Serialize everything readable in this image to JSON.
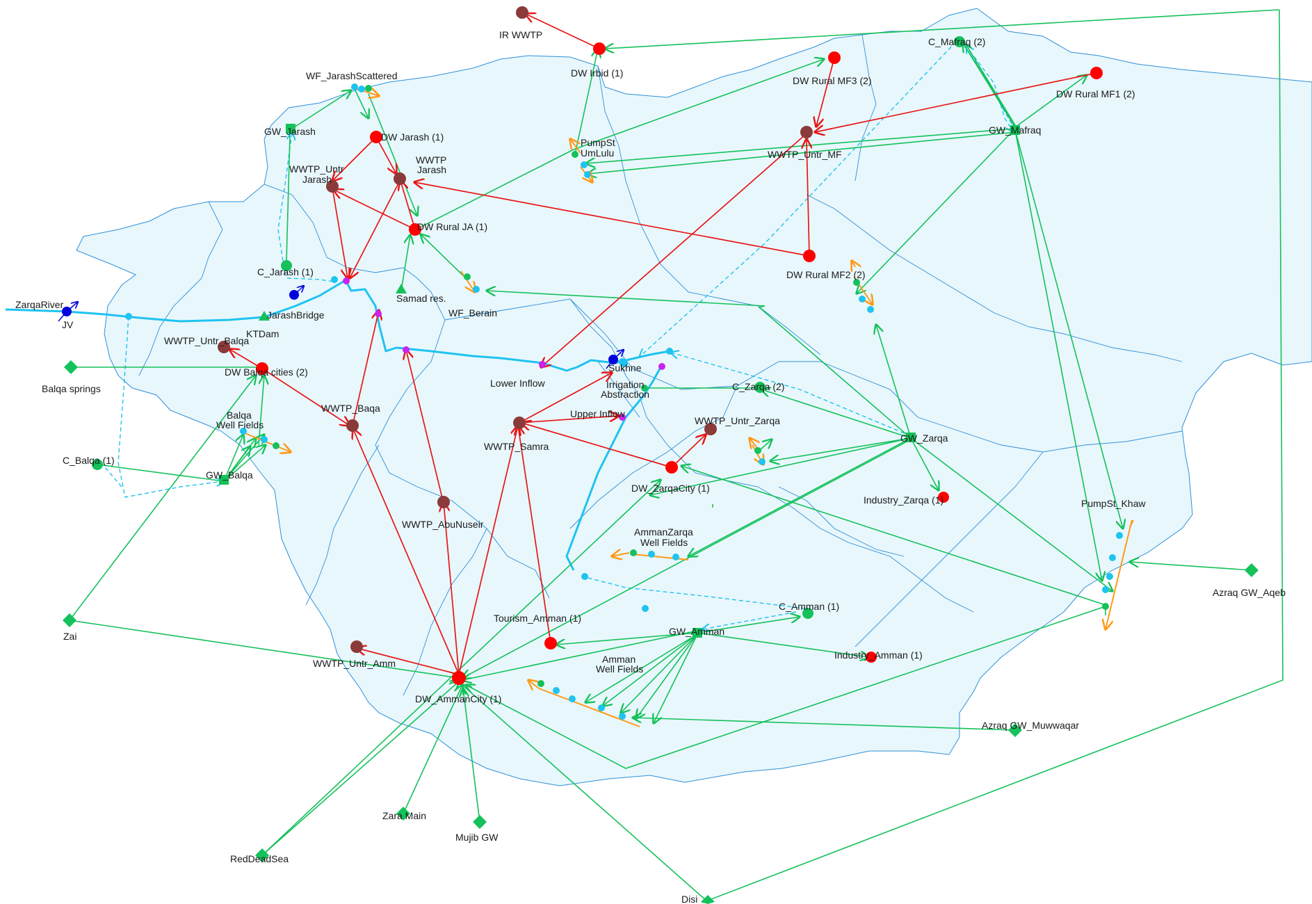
{
  "colors": {
    "basin_fill": "#e8f7fc",
    "basin_stroke": "#2f8fd8",
    "river": "#1ec3f0",
    "supply_link": "#14c15a",
    "return_flow": "#e81515",
    "transmission_dashed": "#1ec3f0",
    "demand_site": "#ff0000",
    "wastewater_plant": "#8b3a3a",
    "groundwater": "#14c15a",
    "river_node": "#0000dd",
    "withdrawal_node": "#1ec3f0",
    "inflow_node": "#cc22ee",
    "runoff_arrow": "#ff9a1a"
  },
  "labels": {
    "irWwtp": "IR WWTP",
    "dwIrbid": "DW Irbid (1)",
    "cMafraq": "C_Mafraq (2)",
    "dwRuralMf3": "DW Rural MF3 (2)",
    "dwRuralMf1": "DW Rural MF1 (2)",
    "gwMafraq": "GW_Mafraq",
    "wwtpUntrMf": "WWTP_Untr_MF",
    "wfJarashScattered": "WF_JarashScattered",
    "gwJarash": "GW_Jarash",
    "dwJarash": "DW Jarash (1)",
    "pumpStUmLulu1": "PumpSt",
    "pumpStUmLulu2": "UmLulu",
    "wwtpUntrJarash1": "WWTP_Untr",
    "wwtpUntrJarash2": "Jarash",
    "wwtpJarash1": "WWTP",
    "wwtpJarash2": "Jarash",
    "dwRuralJa": "DW Rural JA (1)",
    "cJarash": "C_Jarash (1)",
    "dwRuralMf2": "DW Rural MF2 (2)",
    "samadRes": "Samad res.",
    "wfBerain": "WF_Berain",
    "zarqaRiver": "ZarqaRiver",
    "jv": "JV",
    "jarashBridge": "JarashBridge",
    "ktDam": "KTDam",
    "wwtpUntrBalqa": "WWTP_Untr_Balqa",
    "dwBalqaCities": "DW Balqa cities (2)",
    "balqaSprings": "Balqa springs",
    "lowerInflow": "Lower Inflow",
    "sukhne": "Sukhne",
    "irrigationAbstraction1": "Irrigation",
    "irrigationAbstraction2": "Abstraction",
    "cZarqa": "C_Zarqa (2)",
    "wwtpBaqa": "WWTP_Baqa",
    "upperInflow": "Upper Inflow",
    "balqaWellFields1": "Balqa",
    "balqaWellFields2": "Well Fields",
    "wwtpUntrZarqa": "WWTP_Untr_Zarqa",
    "gwZarqa": "GW_Zarqa",
    "wwtpSamra": "WWTP_Samra",
    "cBalqa": "C_Balqa (1)",
    "gwBalqa": "GW_Balqa",
    "dwZarqaCity": "DW_ZarqaCity (1)",
    "industryZarqa": "Industry_Zarqa (1)",
    "pumpStKhaw": "PumpSt_Khaw",
    "wwtpAbuNuseir": "WWTP_AbuNuseir",
    "ammanZarqaWellFields1": "AmmanZarqa",
    "ammanZarqaWellFields2": "Well Fields",
    "azraqGwAqeb": "Azraq GW_Aqeb",
    "cAmman": "C_Amman (1)",
    "tourismAmman": "Tourism_Amman (1)",
    "gwAmman": "GW_Amman",
    "zai": "Zai",
    "industryAmman": "Industry_Amman (1)",
    "wwtpUntrAmm": "WWTP_Untr_Amm",
    "ammanWellFields1": "Amman",
    "ammanWellFields2": "Well Fields",
    "dwAmmanCity": "DW_AmmanCity (1)",
    "azraqGwMuwwaqar": "Azraq GW_Muwwaqar",
    "zaraMain": "Zara Main",
    "mujibGw": "Mujib GW",
    "redDeadSea": "RedDeadSea",
    "disi": "Disi"
  }
}
